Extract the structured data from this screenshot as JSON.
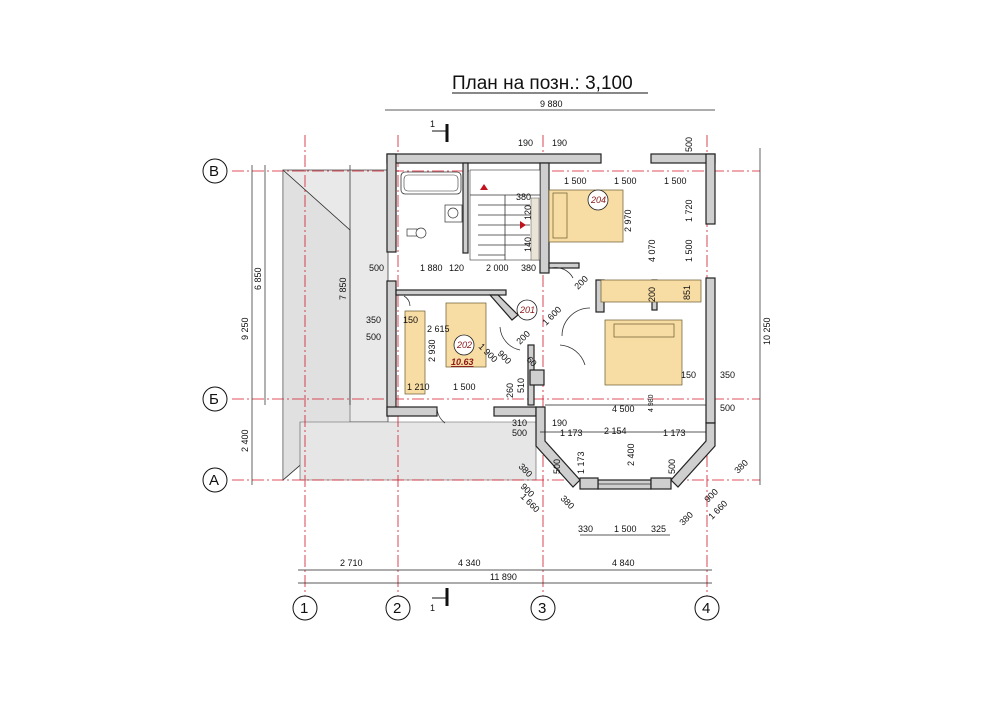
{
  "title": "План на позн.: 3,100",
  "axes": {
    "vertical": [
      "1",
      "2",
      "3",
      "4"
    ],
    "horizontal": [
      "В",
      "Б",
      "А"
    ]
  },
  "section_mark": "1",
  "rooms": {
    "r201": "201",
    "r202": "202",
    "r202_area": "10.63",
    "r204": "204"
  },
  "dims_bottom": [
    "2 710",
    "4 340",
    "4 840"
  ],
  "dims_bottom_total": "11 890",
  "dims_top_total": "9 880",
  "dims_left": [
    "9 250",
    "6 850",
    "7 850",
    "2 400"
  ],
  "dims_right": [
    "10 250"
  ],
  "dims_misc": [
    "190",
    "190",
    "500",
    "1 500",
    "1 500",
    "1 500",
    "380",
    "120",
    "140",
    "2 970",
    "4 070",
    "1 720",
    "1 500",
    "851",
    "500",
    "1 880",
    "120",
    "2 000",
    "380",
    "200",
    "1 600",
    "200",
    "200",
    "350",
    "150",
    "2 615",
    "1 900",
    "500",
    "2 930",
    "900",
    "60",
    "510",
    "260",
    "1 210",
    "1 500",
    "150",
    "350",
    "4 500",
    "4 980",
    "500",
    "310",
    "500",
    "190",
    "1 173",
    "2 154",
    "1 173",
    "500",
    "1 173",
    "2 400",
    "500",
    "380",
    "900",
    "1 660",
    "380",
    "330",
    "1 500",
    "325",
    "380",
    "900",
    "1 660",
    "380"
  ],
  "colors": {
    "axis": "#d11a2a",
    "wall_fill": "#cfcfcf",
    "furniture": "#f7dca4",
    "room_tag": "#8b1a1a"
  }
}
